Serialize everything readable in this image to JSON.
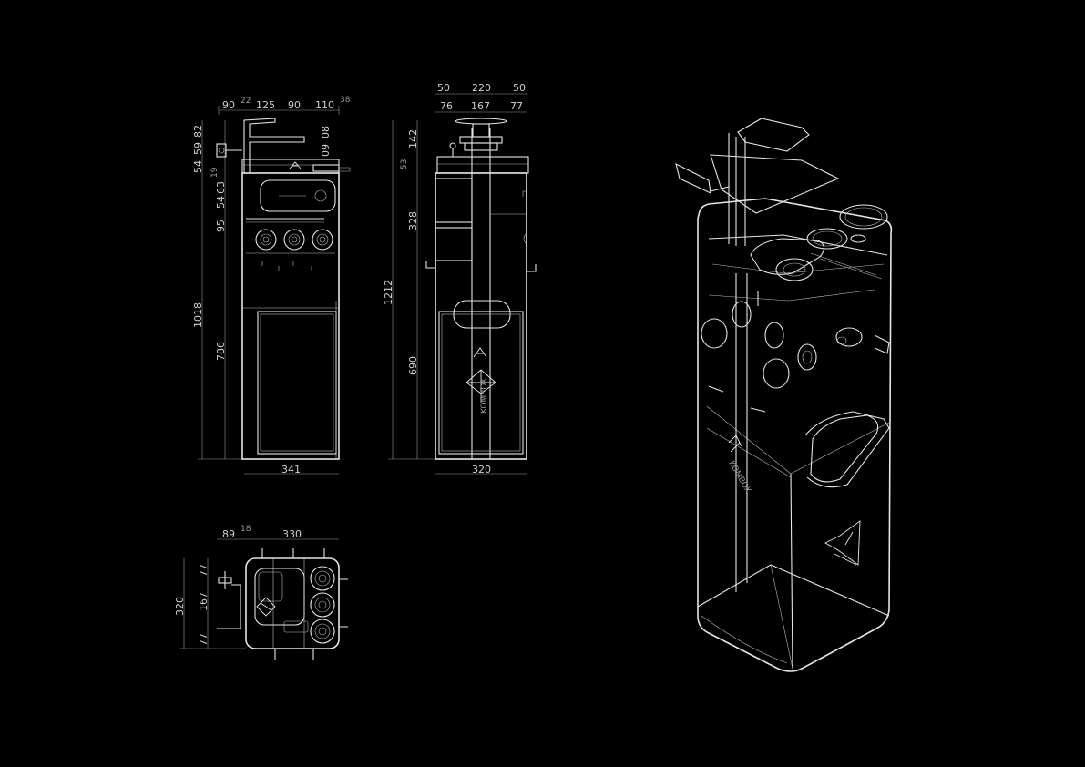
{
  "front_view": {
    "top_dims": [
      "90",
      "22",
      "125",
      "90",
      "110",
      "38"
    ],
    "left_dims_outer": [
      "54",
      "59",
      "82"
    ],
    "left_dims_mid": [
      "95",
      "54",
      "63",
      "19"
    ],
    "inner_dims": [
      "09",
      "08"
    ],
    "height_total": "1018",
    "height_cabinet": "786",
    "width": "341"
  },
  "side_view": {
    "top_dims_row1": [
      "50",
      "220",
      "50"
    ],
    "top_dims_row2": [
      "76",
      "167",
      "77"
    ],
    "left_dims": [
      "142",
      "53",
      "328",
      "690"
    ],
    "height_total": "1212",
    "width": "320",
    "brand": "KOMBOX"
  },
  "top_view": {
    "top_dims": [
      "89",
      "18",
      "330"
    ],
    "left_dims": [
      "77",
      "167",
      "77"
    ],
    "depth": "320"
  },
  "iso_view": {
    "brand": "KOMBOX"
  }
}
